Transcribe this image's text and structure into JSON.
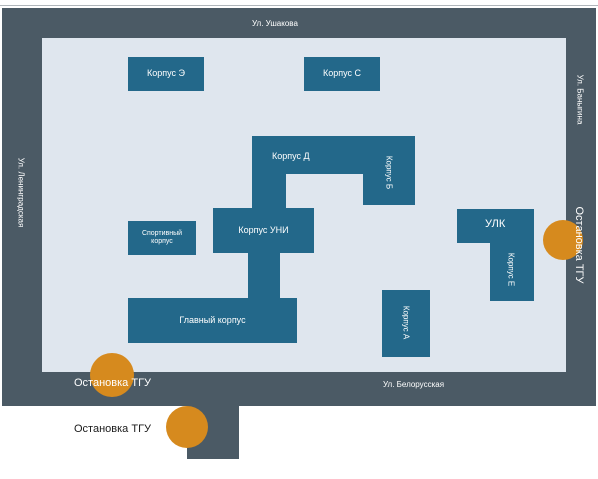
{
  "streets": {
    "top": "Ул. Ушакова",
    "left": "Ул. Ленинградская",
    "right": "Ул. Баныгина",
    "bottom": "Ул. Белорусская"
  },
  "buildings": {
    "e": "Корпус Э",
    "c": "Корпус С",
    "d": "Корпус Д",
    "b": "Корпус Б",
    "sport": "Спортивный корпус",
    "uni": "Корпус УНИ",
    "main": "Главный корпус",
    "a": "Корпус А",
    "ulk": "УЛК",
    "ee": "Корпус Е"
  },
  "stops": {
    "right": "Остановка ТГУ",
    "bottom": "Остановка ТГУ",
    "outside": "Остановка ТГУ"
  },
  "colors": {
    "road": "#4b5a65",
    "campus": "#dfe6ee",
    "building": "#23688a",
    "stop": "#d68a1e"
  }
}
